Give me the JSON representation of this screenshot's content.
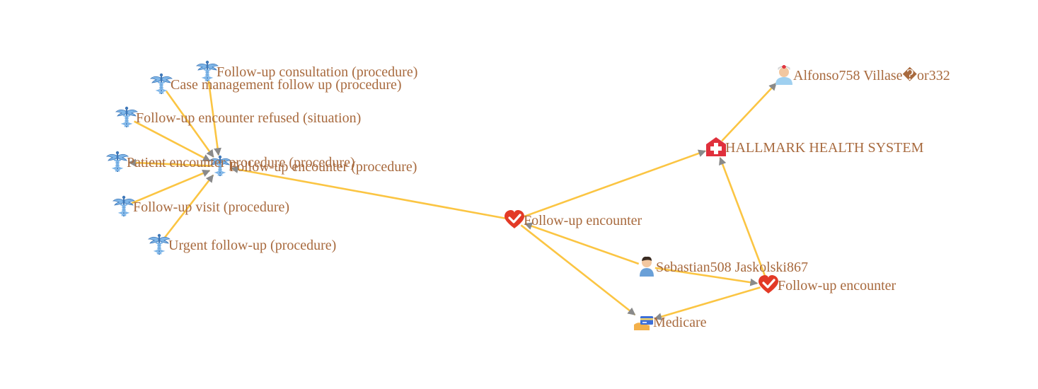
{
  "colors": {
    "edge": "#fbc543",
    "arrow": "#8a8a8a",
    "label": "#a86a3e",
    "caduceus": "#7fb6e8",
    "heart": "#e33a26",
    "hospital": "#e0303c",
    "person": "#6aa0d8",
    "card": "#3d6fd8",
    "hand": "#f3b04a"
  },
  "nodes": [
    {
      "id": "n1",
      "icon": "caduceus-icon",
      "label": "Follow-up consultation (procedure)"
    },
    {
      "id": "n2",
      "icon": "caduceus-icon",
      "label": "Case management follow up (procedure)"
    },
    {
      "id": "n3",
      "icon": "caduceus-icon",
      "label": "Follow-up encounter refused (situation)"
    },
    {
      "id": "n4",
      "icon": "caduceus-icon",
      "label": "Patient encounter procedure (procedure)"
    },
    {
      "id": "n5",
      "icon": "caduceus-icon",
      "label": "Follow-up encounter (procedure)"
    },
    {
      "id": "n6",
      "icon": "caduceus-icon",
      "label": "Follow-up visit (procedure)"
    },
    {
      "id": "n7",
      "icon": "caduceus-icon",
      "label": "Urgent follow-up (procedure)"
    },
    {
      "id": "n8",
      "icon": "heart-check-icon",
      "label": "Follow-up encounter"
    },
    {
      "id": "n9",
      "icon": "hospital-icon",
      "label": "HALLMARK HEALTH SYSTEM"
    },
    {
      "id": "n10",
      "icon": "doctor-icon",
      "label": "Alfonso758 Villase�or332"
    },
    {
      "id": "n11",
      "icon": "patient-icon",
      "label": "Sebastian508 Jaskolski867"
    },
    {
      "id": "n12",
      "icon": "heart-check-icon",
      "label": "Follow-up encounter"
    },
    {
      "id": "n13",
      "icon": "payment-card-icon",
      "label": "Medicare"
    }
  ],
  "edges": [
    {
      "from": "n1",
      "to": "n5"
    },
    {
      "from": "n2",
      "to": "n5"
    },
    {
      "from": "n3",
      "to": "n5"
    },
    {
      "from": "n5",
      "to": "n4"
    },
    {
      "from": "n6",
      "to": "n5"
    },
    {
      "from": "n7",
      "to": "n5"
    },
    {
      "from": "n8",
      "to": "n5"
    },
    {
      "from": "n8",
      "to": "n9"
    },
    {
      "from": "n8",
      "to": "n13"
    },
    {
      "from": "n9",
      "to": "n10"
    },
    {
      "from": "n11",
      "to": "n8"
    },
    {
      "from": "n11",
      "to": "n12"
    },
    {
      "from": "n12",
      "to": "n9"
    },
    {
      "from": "n12",
      "to": "n13"
    }
  ]
}
